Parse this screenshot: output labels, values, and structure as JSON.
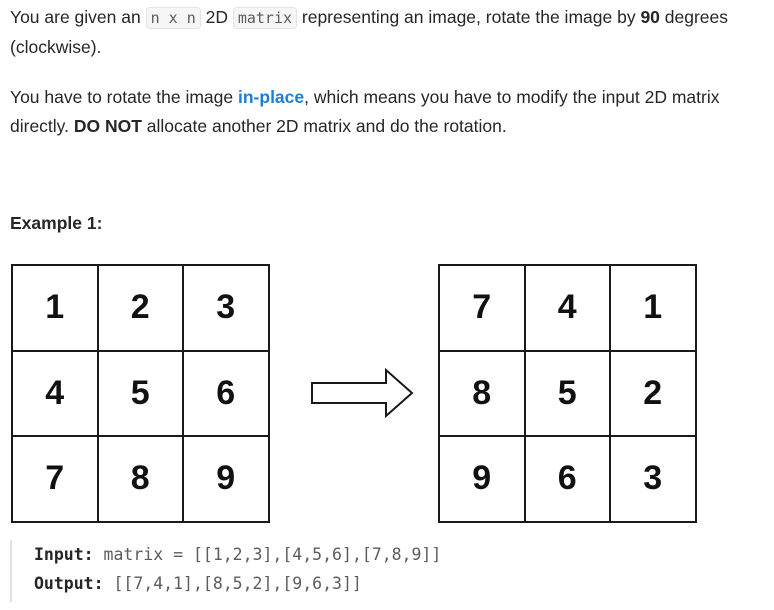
{
  "intro": {
    "t1": "You are given an ",
    "code_n": "n x n",
    "t2": " 2D ",
    "code_matrix": "matrix",
    "t3": " representing an image, rotate the image by ",
    "b90": "90",
    "t4": " degrees (clockwise)."
  },
  "desc": {
    "t1": "You have to rotate the image ",
    "link": "in-place",
    "t2": ", which means you have to modify the input 2D matrix directly. ",
    "bnot": "DO NOT",
    "t3": " allocate another 2D matrix and do the rotation."
  },
  "example": {
    "title": "Example 1:",
    "input_matrix": [
      [
        "1",
        "2",
        "3"
      ],
      [
        "4",
        "5",
        "6"
      ],
      [
        "7",
        "8",
        "9"
      ]
    ],
    "output_matrix": [
      [
        "7",
        "4",
        "1"
      ],
      [
        "8",
        "5",
        "2"
      ],
      [
        "9",
        "6",
        "3"
      ]
    ],
    "input_label": "Input:",
    "input_value": " matrix = [[1,2,3],[4,5,6],[7,8,9]]",
    "output_label": "Output:",
    "output_value": " [[7,4,1],[8,5,2],[9,6,3]]"
  },
  "icons": {
    "arrow": "right-arrow-icon"
  }
}
